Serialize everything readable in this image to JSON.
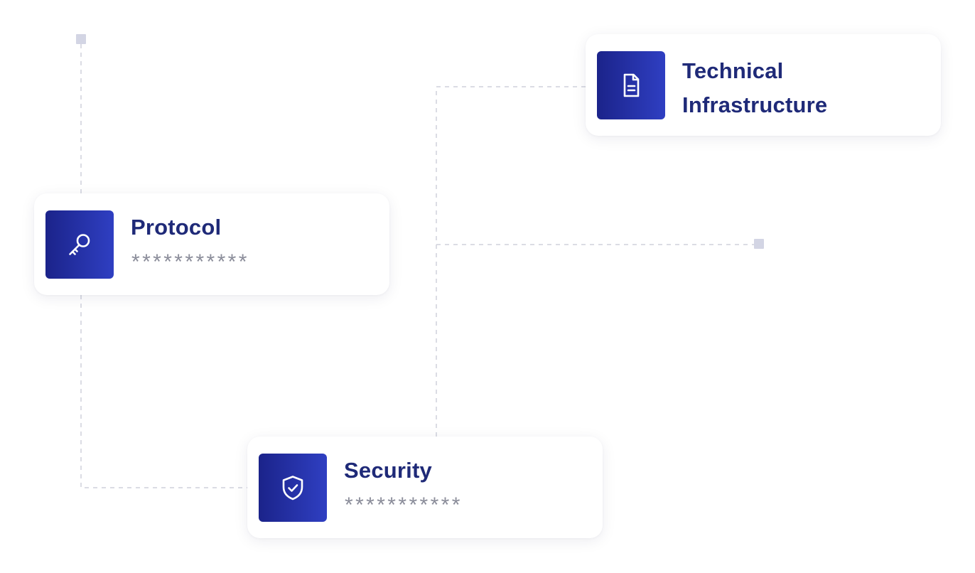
{
  "colors": {
    "title": "#1f2a78",
    "masked_text": "#8b8d9a",
    "icon_bg_start": "#1b238a",
    "icon_bg_end": "#2f3fc2",
    "connector": "#cfd1dc",
    "node_square": "#d3d5e4"
  },
  "cards": {
    "protocol": {
      "title": "Protocol",
      "masked_value": "***********",
      "icon": "key-icon"
    },
    "security": {
      "title": "Security",
      "masked_value": "***********",
      "icon": "shield-check-icon"
    },
    "technical": {
      "title": "Technical Infrastructure",
      "icon": "document-icon"
    }
  }
}
